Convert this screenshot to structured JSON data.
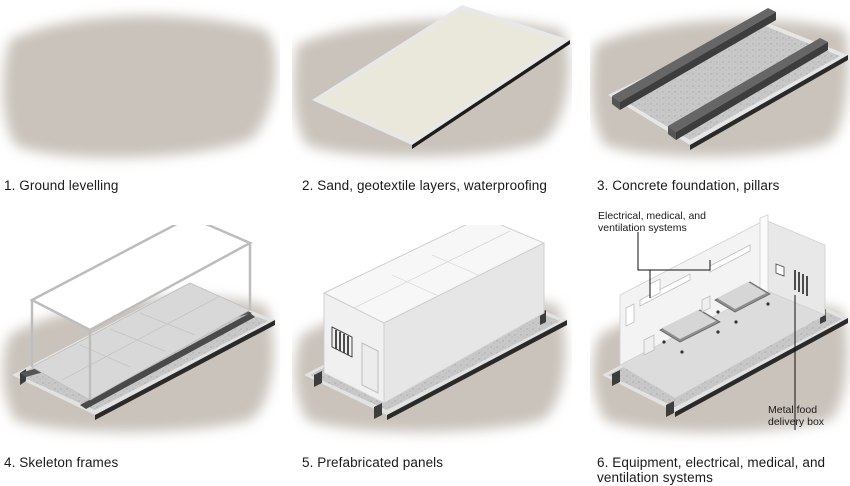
{
  "steps": [
    {
      "label": "1. Ground levelling"
    },
    {
      "label": "2. Sand, geotextile layers, waterproofing"
    },
    {
      "label": "3. Concrete foundation, pillars"
    },
    {
      "label": "4. Skeleton frames"
    },
    {
      "label": "5. Prefabricated panels"
    },
    {
      "label": "6. Equipment, electrical, medical, and ventilation systems"
    }
  ],
  "annotations": {
    "systems": "Electrical, medical, and ventilation systems",
    "food_box": "Metal food delivery box"
  },
  "colors": {
    "ground": "#c9c3bb",
    "sand": "#eae7db",
    "concrete": "#cfcfcf",
    "pillar": "#4a4a4a",
    "panel": "#f2f2f2"
  }
}
